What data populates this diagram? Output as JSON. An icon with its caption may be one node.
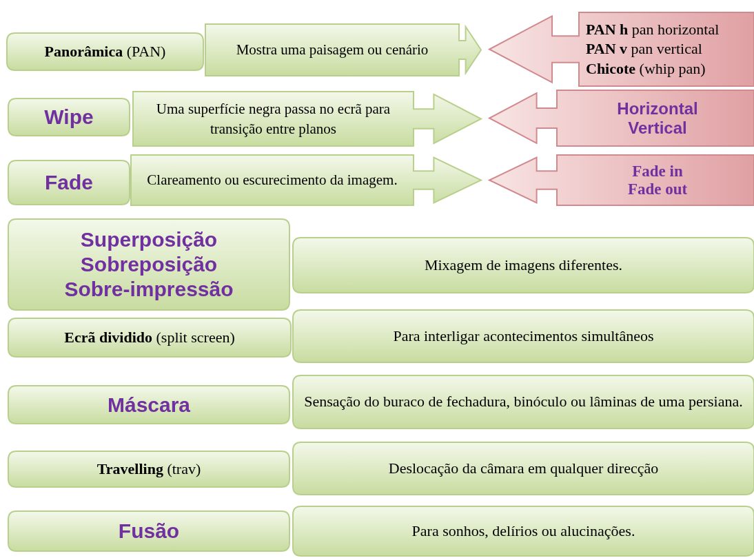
{
  "diagram": {
    "nodes": [
      {
        "text": [
          "**Panorâmica** (PAN)"
        ]
      },
      {
        "text": [
          "Mostra uma paisagem ou cenário"
        ]
      },
      {
        "text": [
          "**PAN h** pan horizontal",
          "**PAN v** pan vertical",
          "**Chicote** (whip pan)"
        ]
      },
      {
        "text": [
          "Wipe"
        ]
      },
      {
        "text": [
          "Uma superfície negra passa no ecrã para transição entre planos"
        ]
      },
      {
        "text": [
          "Horizontal",
          "Vertical"
        ]
      },
      {
        "text": [
          "Fade"
        ]
      },
      {
        "text": [
          "Clareamento ou escurecimento da imagem."
        ]
      },
      {
        "text": [
          "Fade in",
          "Fade out"
        ]
      },
      {
        "text": [
          "Superposição",
          "Sobreposição",
          "Sobre-impressão"
        ]
      },
      {
        "text": [
          "Mixagem de imagens diferentes."
        ]
      },
      {
        "text": [
          "**Ecrã dividido** (split screen)"
        ]
      },
      {
        "text": [
          "Para interligar acontecimentos simultâneos"
        ]
      },
      {
        "text": [
          "Máscara"
        ]
      },
      {
        "text": [
          "Sensação do buraco de fechadura, binóculo ou lâminas de uma persiana."
        ]
      },
      {
        "text": [
          "**Travelling** (trav)"
        ]
      },
      {
        "text": [
          "Deslocação da câmara em qualquer direcção"
        ]
      },
      {
        "text": [
          "Fusão"
        ]
      },
      {
        "text": [
          "Para sonhos, delírios ou alucinações."
        ]
      }
    ]
  }
}
